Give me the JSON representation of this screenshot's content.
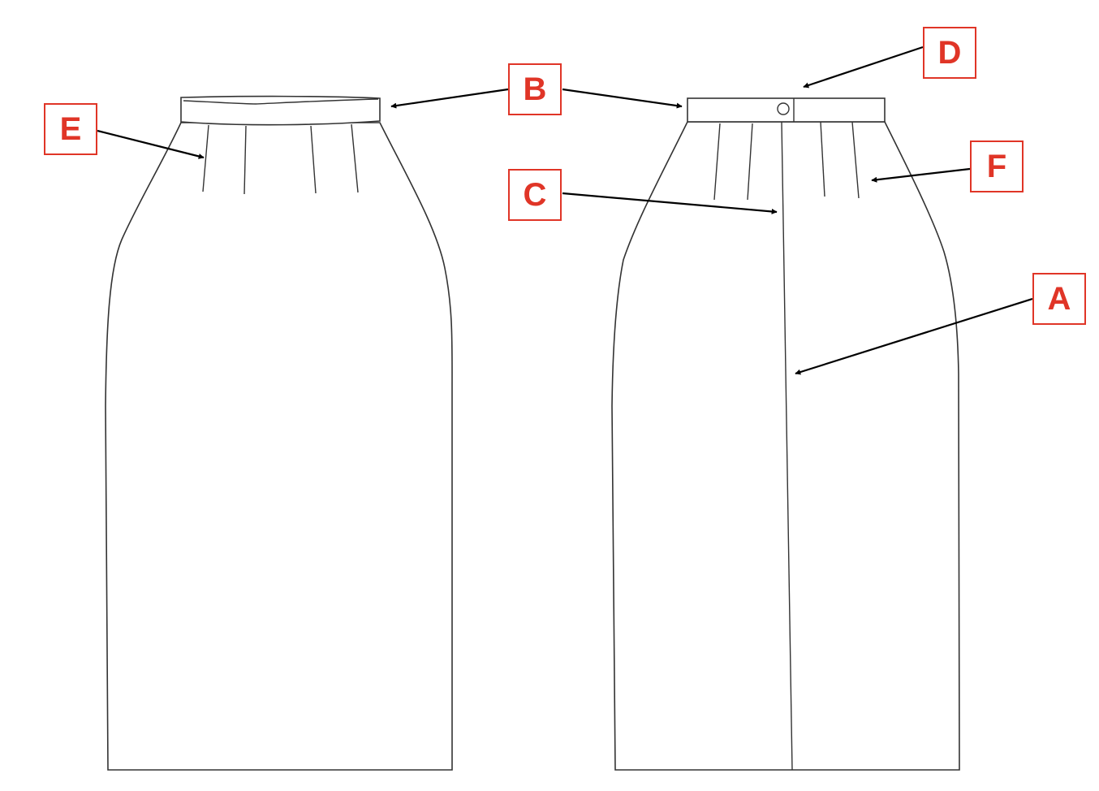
{
  "labels": {
    "A": "A",
    "B": "B",
    "C": "C",
    "D": "D",
    "E": "E",
    "F": "F"
  },
  "colors": {
    "label_border": "#e03527",
    "label_text": "#e03527",
    "outline": "#333333",
    "arrow": "#000000"
  }
}
